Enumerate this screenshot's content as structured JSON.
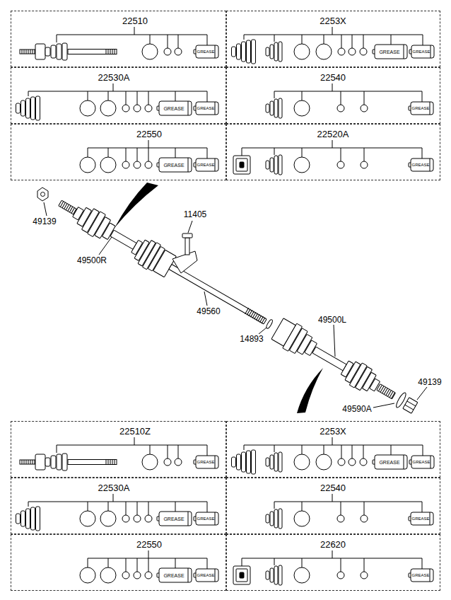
{
  "diagram": {
    "nodes": [
      {
        "text": [
          "22510"
        ]
      },
      {
        "text": [
          "2253X"
        ]
      },
      {
        "text": [
          "22530A"
        ]
      },
      {
        "text": [
          "22540"
        ]
      },
      {
        "text": [
          "22550"
        ]
      },
      {
        "text": [
          "22520A"
        ]
      },
      {
        "text": [
          "22510Z"
        ]
      },
      {
        "text": [
          "2253X"
        ]
      },
      {
        "text": [
          "22530A"
        ]
      },
      {
        "text": [
          "22540"
        ]
      },
      {
        "text": [
          "22550"
        ]
      },
      {
        "text": [
          "22620"
        ]
      }
    ],
    "labels": [
      "GREASE",
      "GREASE",
      "GREASE",
      "GREASE",
      "GREASE",
      "GREASE",
      "GREASE",
      "GREASE",
      "GREASE",
      "49139",
      "49500R",
      "11405",
      "49560",
      "14893",
      "49500L",
      "49139",
      "49590A",
      "GREASE",
      "GREASE",
      "GREASE",
      "GREASE",
      "GREASE",
      "GREASE",
      "GREASE",
      "GREASE",
      "GREASE"
    ]
  }
}
